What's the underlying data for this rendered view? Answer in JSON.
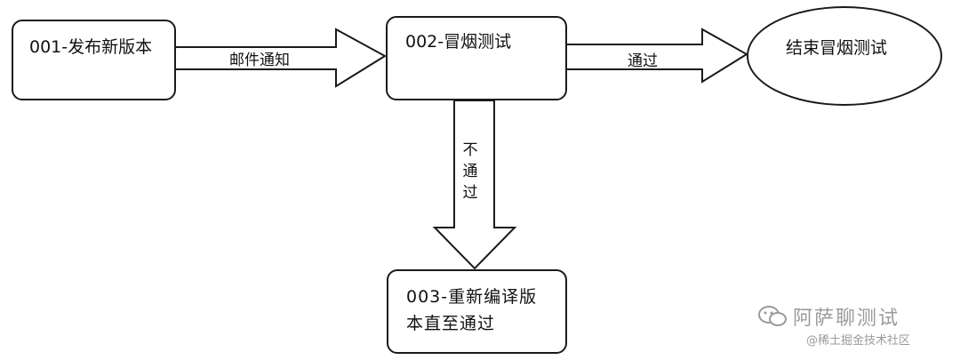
{
  "nodes": {
    "release": "001-发布新版本",
    "smoke_test": "002-冒烟测试",
    "end_smoke": "结束冒烟测试",
    "rebuild": "003-重新编译版\n本直至通过"
  },
  "edges": {
    "mail_notify": "邮件通知",
    "pass": "通过",
    "fail": [
      "不",
      "通",
      "过"
    ]
  },
  "watermark": {
    "main": "阿萨聊测试",
    "sub": "@稀土掘金技术社区"
  },
  "colors": {
    "stroke": "#1a1a1a",
    "fill": "#ffffff",
    "watermark": "#9a9a9a"
  }
}
